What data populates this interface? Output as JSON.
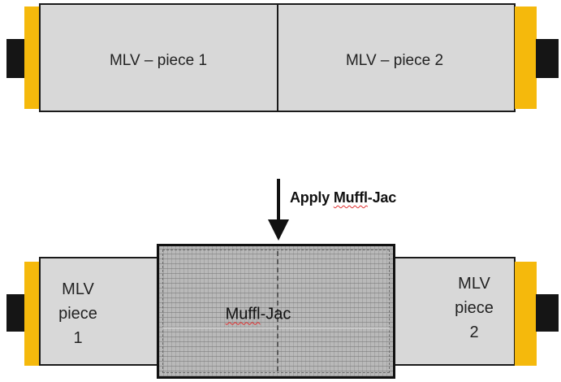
{
  "top_assembly": {
    "piece1_label": "MLV – piece 1",
    "piece2_label": "MLV – piece 2"
  },
  "step": {
    "prefix": "Apply ",
    "product": "Muffl",
    "suffix": "-Jac"
  },
  "bottom_assembly": {
    "left_piece": {
      "line1": "MLV",
      "line2": "piece",
      "line3": "1"
    },
    "right_piece": {
      "line1": "MLV",
      "line2": "piece",
      "line3": "2"
    },
    "jacket": {
      "product": "Muffl",
      "suffix": "-Jac"
    }
  },
  "colors": {
    "mlv_fill": "#d8d8d8",
    "end_cap_yellow": "#f5b90c",
    "end_cap_dark": "#151515",
    "jacket_fill": "#b9b9b9",
    "outline": "#1a1a1a",
    "spellcheck_underline": "#e03030"
  }
}
